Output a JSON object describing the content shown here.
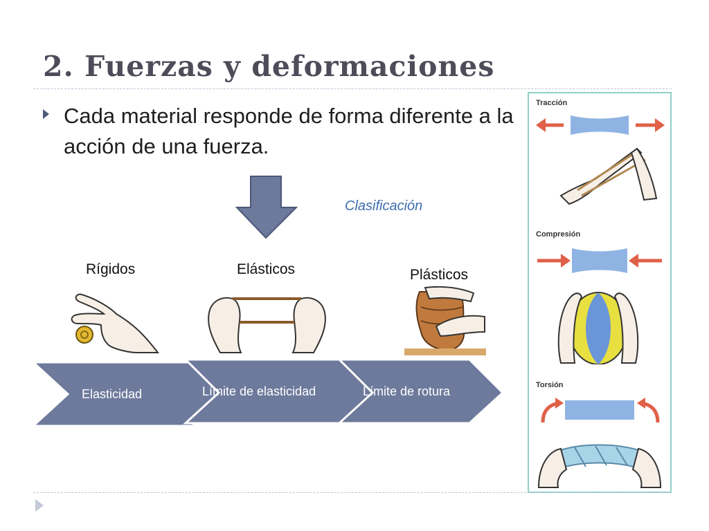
{
  "slide": {
    "title": "2. Fuerzas y deformaciones",
    "bullet": "Cada material responde de forma diferente a la acción de una fuerza.",
    "classification_label": "Clasificación",
    "categories": [
      "Rígidos",
      "Elásticos",
      "Plásticos"
    ],
    "process_steps": [
      "Elasticidad",
      "Límite de elasticidad",
      "Límite de rotura"
    ]
  },
  "side_panel": {
    "labels": [
      "Tracción",
      "Compresión",
      "Torsión"
    ]
  },
  "colors": {
    "title": "#4d4d5a",
    "chevron": "#6d7a9c",
    "down_arrow": "#6d7a9c",
    "panel_border": "#8fd0c8",
    "classification": "#3d6cae",
    "deform_bar": "#8fb4e3"
  }
}
